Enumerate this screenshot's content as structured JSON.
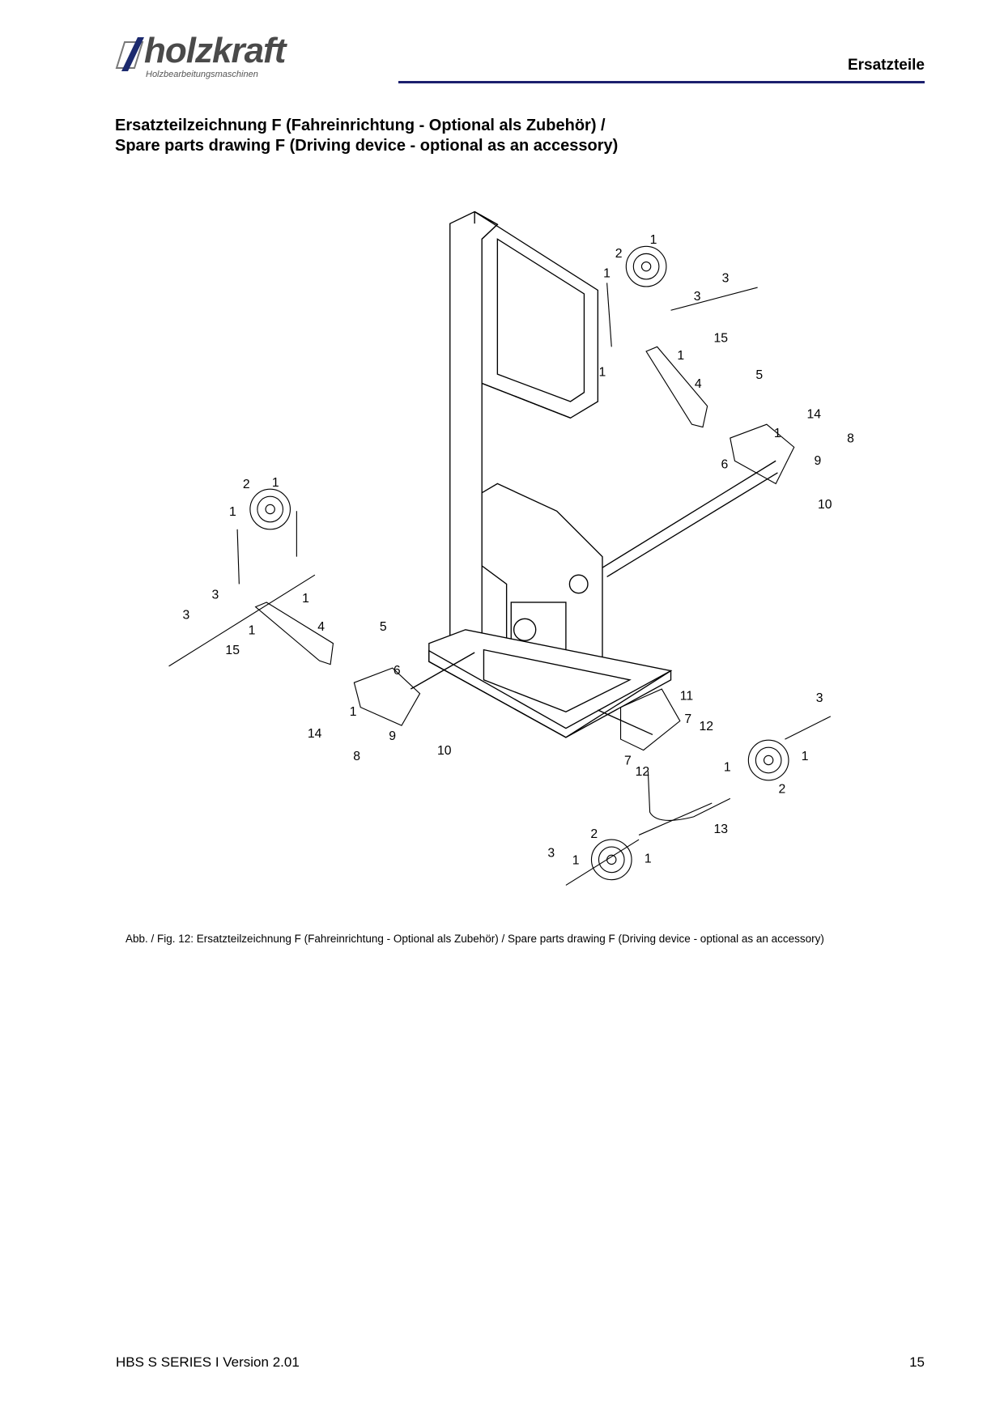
{
  "header": {
    "logo_text": "holzkraft",
    "logo_subtitle": "Holzbearbeitungsmaschinen",
    "section": "Ersatzteile"
  },
  "title": {
    "line1": "Ersatzteilzeichnung F (Fahreinrichtung - Optional als Zubehör) /",
    "line2": "Spare parts drawing F (Driving device - optional as an accessory)"
  },
  "drawing": {
    "callouts": [
      "2",
      "1",
      "1",
      "3",
      "3",
      "15",
      "1",
      "1",
      "4",
      "5",
      "14",
      "1",
      "8",
      "9",
      "6",
      "10",
      "2",
      "1",
      "1",
      "3",
      "3",
      "1",
      "4",
      "1",
      "15",
      "5",
      "6",
      "1",
      "14",
      "9",
      "8",
      "10",
      "11",
      "7",
      "12",
      "3",
      "1",
      "1",
      "2",
      "7",
      "12",
      "13",
      "2",
      "1",
      "3",
      "1"
    ]
  },
  "caption": "Abb. / Fig. 12: Ersatzteilzeichnung F (Fahreinrichtung - Optional als Zubehör) / Spare parts drawing F (Driving device - optional as an accessory)",
  "footer": {
    "document": "HBS S SERIES I Version 2.01",
    "page": "15"
  }
}
